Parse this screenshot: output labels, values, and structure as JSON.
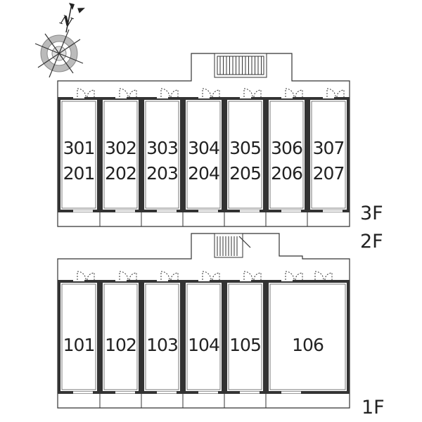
{
  "compass": {
    "north_label": "N"
  },
  "upper_building": {
    "floor_labels": [
      "3F",
      "2F"
    ],
    "units_3f": [
      "301",
      "302",
      "303",
      "304",
      "305",
      "306",
      "307"
    ],
    "units_2f": [
      "201",
      "202",
      "203",
      "204",
      "205",
      "206",
      "207"
    ]
  },
  "lower_building": {
    "floor_label": "1F",
    "units": [
      "101",
      "102",
      "103",
      "104",
      "105",
      "106"
    ]
  },
  "colors": {
    "line": "#333333",
    "fill": "#ffffff"
  }
}
